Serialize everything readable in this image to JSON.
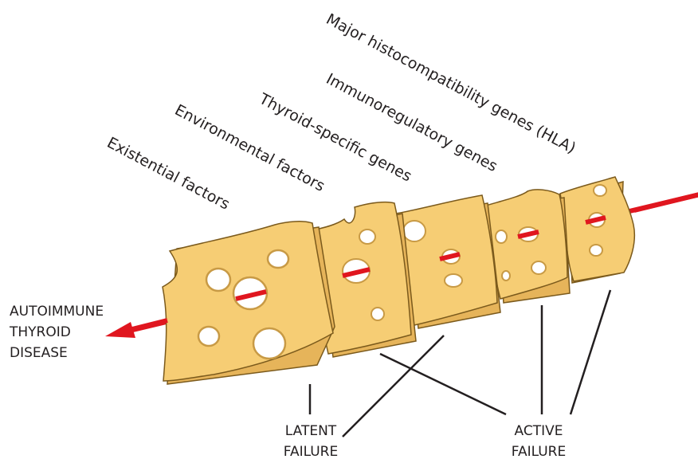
{
  "factors": [
    "Major histocompatibility genes (HLA)",
    "Immunoregulatory genes",
    "Thyroid-specific genes",
    "Environmental factors",
    "Existential factors"
  ],
  "outcome_lines": [
    "AUTOIMMUNE",
    "THYROID",
    "DISEASE"
  ],
  "latent_lines": [
    "LATENT",
    "FAILURE"
  ],
  "active_lines": [
    "ACTIVE",
    "FAILURE"
  ],
  "colors": {
    "cheese_face": "#f6cd74",
    "cheese_side": "#e6b45a",
    "cheese_outline": "#7b5a1c",
    "hole": "#ffffff",
    "hole_shadow": "#c89a45",
    "arrow": "#e0161f",
    "line": "#231f20"
  }
}
